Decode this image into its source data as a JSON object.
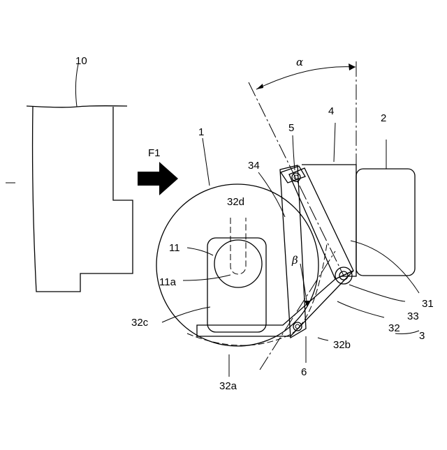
{
  "labels": {
    "part_10": "10",
    "part_1": "1",
    "part_2": "2",
    "part_3": "3",
    "part_4": "4",
    "part_5": "5",
    "part_6": "6",
    "part_11": "11",
    "part_11a": "11a",
    "part_31": "31",
    "part_32": "32",
    "part_32a": "32a",
    "part_32b": "32b",
    "part_32c": "32c",
    "part_32d": "32d",
    "part_33": "33",
    "part_34": "34",
    "force_arrow": "F1",
    "angle_alpha": "α",
    "angle_beta": "β"
  }
}
